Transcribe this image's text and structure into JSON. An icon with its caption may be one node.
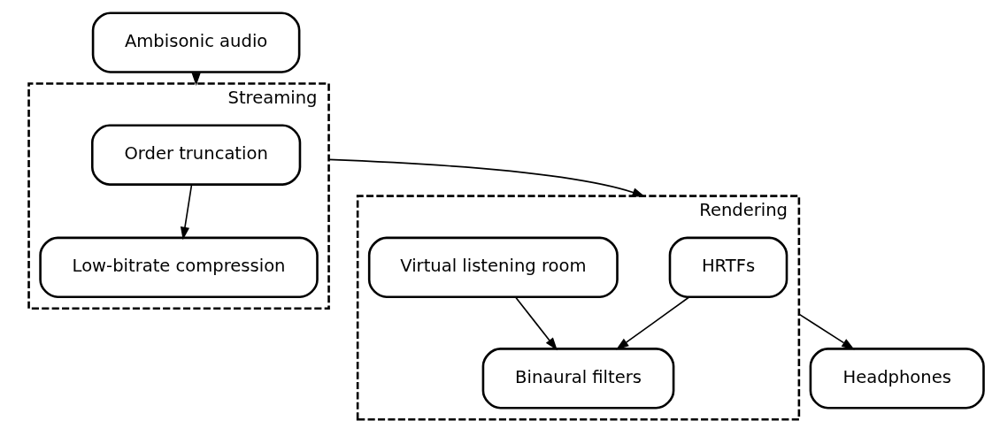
{
  "diagram": {
    "nodes": [
      {
        "text": [
          "Ambisonic audio"
        ]
      },
      {
        "text": [
          "Streaming"
        ]
      },
      {
        "text": [
          "Order truncation"
        ],
        "in": 1
      },
      {
        "text": [
          "Low-bitrate compression"
        ],
        "in": 1
      },
      {
        "text": [
          "Rendering"
        ]
      },
      {
        "text": [
          "HRTFs"
        ],
        "in": 4
      },
      {
        "text": [
          "Virtual listening room"
        ],
        "in": 4
      },
      {
        "text": [
          "Binaural filters"
        ],
        "in": 4
      },
      {
        "text": [
          "Headphones"
        ]
      }
    ],
    "edges": [
      {
        "from": 0,
        "to": 1,
        "arrow": "to"
      },
      {
        "from": 2,
        "to": 3,
        "arrow": "to"
      },
      {
        "from": 1,
        "to": 4,
        "arrow": "to"
      },
      {
        "from": 5,
        "to": 7,
        "arrow": "to"
      },
      {
        "from": 6,
        "to": 7,
        "arrow": "to"
      },
      {
        "from": 4,
        "to": 8,
        "arrow": "to"
      }
    ]
  }
}
